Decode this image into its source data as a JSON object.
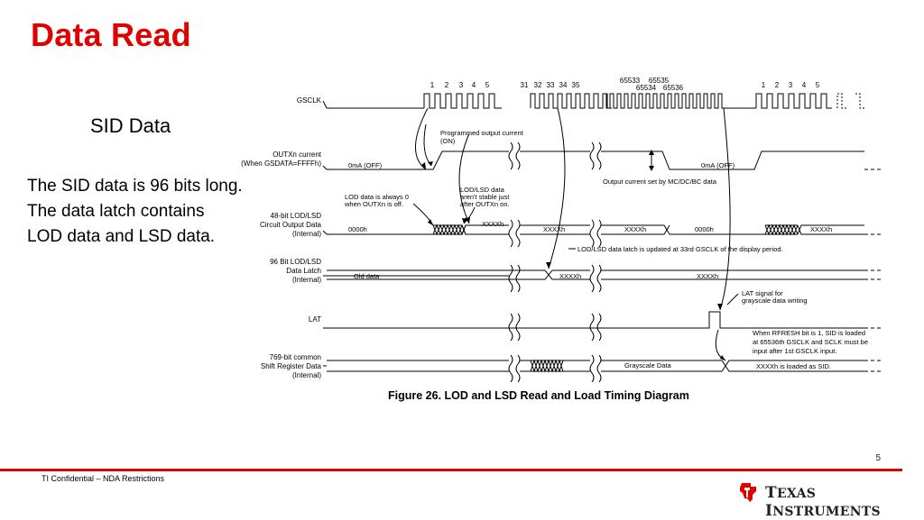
{
  "slide": {
    "title": "Data Read",
    "subtitle": "SID Data",
    "body": "The SID data is 96 bits long. The data latch contains LOD data and LSD data.",
    "page_number": "5",
    "footer": "TI Confidential – NDA Restrictions",
    "logo_text_1": "T",
    "logo_text_2": "EXAS ",
    "logo_text_3": "I",
    "logo_text_4": "NSTRUMENTS",
    "accent_color": "#e00000"
  },
  "diagram": {
    "caption": "Figure 26.  LOD and LSD Read and Load Timing Diagram",
    "signals": {
      "gsclk": "GSCLK",
      "outxn_1": "OUTXn current",
      "outxn_2": "(When GSDATA=FFFFh)",
      "lod48_1": "48-bit LOD/LSD",
      "lod48_2": "Circuit Output Data",
      "lod48_3": "(Internal)",
      "latch_1": "96 Bit LOD/LSD",
      "latch_2": "Data Latch",
      "latch_3": "(Internal)",
      "lat": "LAT",
      "shift_1": "769-bit common",
      "shift_2": "Shift Register Data",
      "shift_3": "(Internal)"
    },
    "clock_labels": {
      "c1": "1",
      "c2": "2",
      "c3": "3",
      "c4": "4",
      "c5": "5",
      "c31": "31",
      "c32": "32",
      "c33": "33",
      "c34": "34",
      "c35": "35",
      "c65533": "65533",
      "c65535": "65535",
      "c65534": "65534",
      "c65536": "65536",
      "d1": "1",
      "d2": "2",
      "d3": "3",
      "d4": "4",
      "d5": "5"
    },
    "annotations": {
      "prog_1": "Programmed output current",
      "prog_2": "(ON)",
      "off_1": "0mA (OFF)",
      "off_2": "0mA (OFF)",
      "set_by": "Output current set by MC/DC/BC data",
      "lod_always_1": "LOD data is always 0",
      "lod_always_2": "when OUTXn is off.",
      "lodlsd_1": "LOD/LSD data",
      "lodlsd_2": "aren't stable just",
      "lodlsd_3": "after OUTXn on.",
      "v0000a": "0000h",
      "vx1": "XXXXh",
      "vx2": "XXXXh",
      "vx3": "XXXXh",
      "v0000b": "0000h",
      "vx4": "XXXXh",
      "latch_update": "LOD/LSD data latch is updated at 33rd GSCLK of the display period.",
      "old_data": "Old data",
      "vx5": "XXXXh",
      "vx6": "XXXXh",
      "lat_sig_1": "LAT signal for",
      "lat_sig_2": "grayscale data writing",
      "rfresh_1": "When RFRESH bit is 1, SID is loaded",
      "rfresh_2": "at 65536th GSCLK and SCLK must be",
      "rfresh_3": "input after 1st GSCLK input.",
      "grayscale": "Grayscale Data",
      "loaded_sid": "XXXXh is loaded as SID."
    }
  }
}
